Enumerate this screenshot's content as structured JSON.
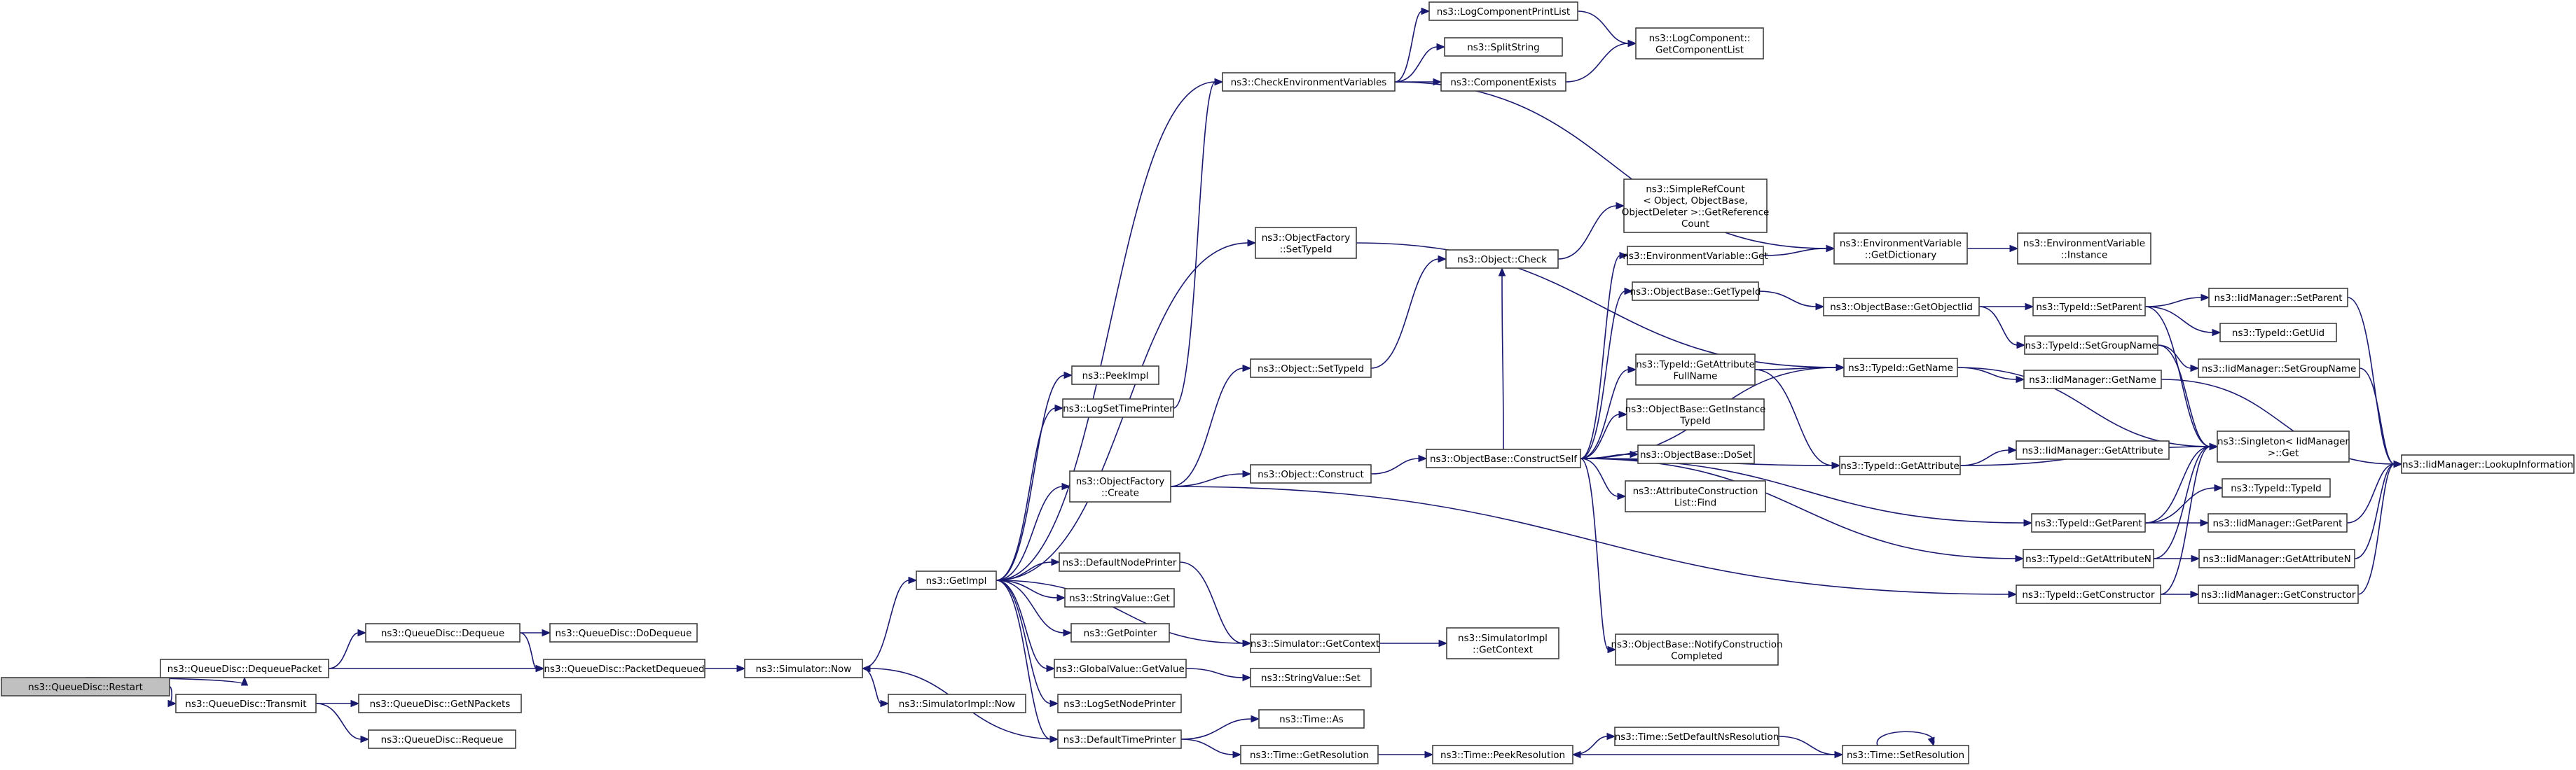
{
  "diagram": {
    "nodes": {
      "restart": [
        "ns3::QueueDisc::Restart"
      ],
      "dequeuePacket": [
        "ns3::QueueDisc::DequeuePacket"
      ],
      "transmit": [
        "ns3::QueueDisc::Transmit"
      ],
      "dequeue": [
        "ns3::QueueDisc::Dequeue"
      ],
      "doDequeue": [
        "ns3::QueueDisc::DoDequeue"
      ],
      "packetDequeued": [
        "ns3::QueueDisc::PacketDequeued"
      ],
      "getNPackets": [
        "ns3::QueueDisc::GetNPackets"
      ],
      "requeue": [
        "ns3::QueueDisc::Requeue"
      ],
      "simNow": [
        "ns3::Simulator::Now"
      ],
      "simImplNow": [
        "ns3::SimulatorImpl::Now"
      ],
      "getImpl": [
        "ns3::GetImpl"
      ],
      "peekImpl": [
        "ns3::PeekImpl"
      ],
      "logSetTimePrinter": [
        "ns3::LogSetTimePrinter"
      ],
      "objFactoryCreate": [
        "ns3::ObjectFactory",
        "::Create"
      ],
      "defaultNodePrinter": [
        "ns3::DefaultNodePrinter"
      ],
      "stringValueGet": [
        "ns3::StringValue::Get"
      ],
      "getPointer": [
        "ns3::GetPointer"
      ],
      "globalValueGetValue": [
        "ns3::GlobalValue::GetValue"
      ],
      "logSetNodePrinter": [
        "ns3::LogSetNodePrinter"
      ],
      "defaultTimePrinter": [
        "ns3::DefaultTimePrinter"
      ],
      "checkEnvVars": [
        "ns3::CheckEnvironmentVariables"
      ],
      "logCompPrintList": [
        "ns3::LogComponentPrintList"
      ],
      "splitString": [
        "ns3::SplitString"
      ],
      "componentExists": [
        "ns3::ComponentExists"
      ],
      "logCompGetList": [
        "ns3::LogComponent::",
        "GetComponentList"
      ],
      "objFactorySetTypeId": [
        "ns3::ObjectFactory",
        "::SetTypeId"
      ],
      "objectSetTypeId": [
        "ns3::Object::SetTypeId"
      ],
      "objectConstruct": [
        "ns3::Object::Construct"
      ],
      "simGetContext": [
        "ns3::Simulator::GetContext"
      ],
      "simImplGetContext": [
        "ns3::SimulatorImpl",
        "::GetContext"
      ],
      "stringValueSet": [
        "ns3::StringValue::Set"
      ],
      "timeAs": [
        "ns3::Time::As"
      ],
      "timeGetResolution": [
        "ns3::Time::GetResolution"
      ],
      "timePeekResolution": [
        "ns3::Time::PeekResolution"
      ],
      "objectCheck": [
        "ns3::Object::Check"
      ],
      "simpleRefCount": [
        "ns3::SimpleRefCount",
        "< Object, ObjectBase,",
        "ObjectDeleter >::GetReference",
        "Count"
      ],
      "envVarGet": [
        "ns3::EnvironmentVariable::Get"
      ],
      "objBaseGetTypeId": [
        "ns3::ObjectBase::GetTypeId"
      ],
      "typeIdGetAttrFullName": [
        "ns3::TypeId::GetAttribute",
        "FullName"
      ],
      "objBaseGetInstanceTypeId": [
        "ns3::ObjectBase::GetInstance",
        "TypeId"
      ],
      "objBaseDoSet": [
        "ns3::ObjectBase::DoSet"
      ],
      "attrConstructionListFind": [
        "ns3::AttributeConstruction",
        "List::Find"
      ],
      "objBaseConstructSelf": [
        "ns3::ObjectBase::ConstructSelf"
      ],
      "objBaseNotifyConstruction": [
        "ns3::ObjectBase::NotifyConstruction",
        "Completed"
      ],
      "setDefaultNsResolution": [
        "ns3::Time::SetDefaultNsResolution"
      ],
      "timeSetResolution": [
        "ns3::Time::SetResolution"
      ],
      "envVarGetDictionary": [
        "ns3::EnvironmentVariable",
        "::GetDictionary"
      ],
      "envVarInstance": [
        "ns3::EnvironmentVariable",
        "::Instance"
      ],
      "objBaseGetObjectIid": [
        "ns3::ObjectBase::GetObjectIid"
      ],
      "typeIdGetName": [
        "ns3::TypeId::GetName"
      ],
      "typeIdGetAttribute": [
        "ns3::TypeId::GetAttribute"
      ],
      "typeIdSetParent": [
        "ns3::TypeId::SetParent"
      ],
      "typeIdSetGroupName": [
        "ns3::TypeId::SetGroupName"
      ],
      "typeIdGetParent": [
        "ns3::TypeId::GetParent"
      ],
      "typeIdGetAttributeN": [
        "ns3::TypeId::GetAttributeN"
      ],
      "typeIdGetConstructor": [
        "ns3::TypeId::GetConstructor"
      ],
      "iidGetName": [
        "ns3::IidManager::GetName"
      ],
      "iidGetAttribute": [
        "ns3::IidManager::GetAttribute"
      ],
      "iidSetParent": [
        "ns3::IidManager::SetParent"
      ],
      "typeIdGetUid": [
        "ns3::TypeId::GetUid"
      ],
      "iidSetGroupName": [
        "ns3::IidManager::SetGroupName"
      ],
      "singletonGet": [
        "ns3::Singleton< IidManager",
        ">::Get"
      ],
      "typeIdTypeId": [
        "ns3::TypeId::TypeId"
      ],
      "iidGetParent": [
        "ns3::IidManager::GetParent"
      ],
      "iidGetAttributeN": [
        "ns3::IidManager::GetAttributeN"
      ],
      "iidGetConstructor": [
        "ns3::IidManager::GetConstructor"
      ],
      "iidLookupInformation": [
        "ns3::IidManager::LookupInformation"
      ]
    }
  }
}
